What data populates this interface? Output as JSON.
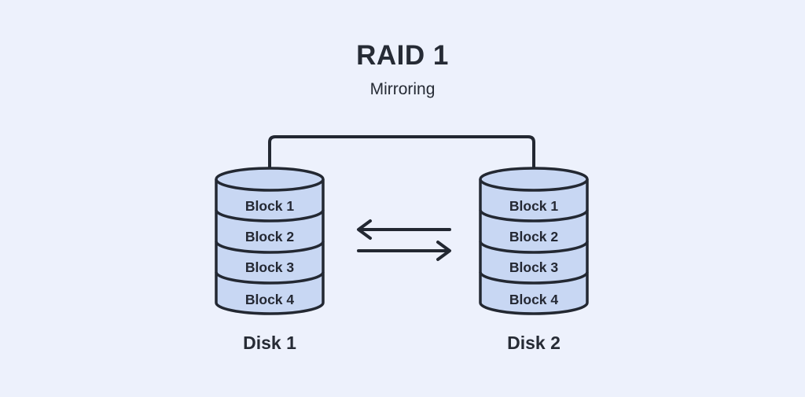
{
  "title": "RAID 1",
  "subtitle": "Mirroring",
  "disks": [
    {
      "label": "Disk 1",
      "blocks": [
        "Block 1",
        "Block 2",
        "Block 3",
        "Block 4"
      ]
    },
    {
      "label": "Disk 2",
      "blocks": [
        "Block 1",
        "Block 2",
        "Block 3",
        "Block 4"
      ]
    }
  ],
  "colors": {
    "background": "#edf1fc",
    "outline": "#232832",
    "text": "#262b35",
    "cylinder_fill": "#c8d7f3"
  },
  "icons": {
    "left_arrow": "arrow pointing left (mirror copy direction)",
    "right_arrow": "arrow pointing right (mirror copy direction)",
    "connector": "line joining the tops of both disks"
  }
}
